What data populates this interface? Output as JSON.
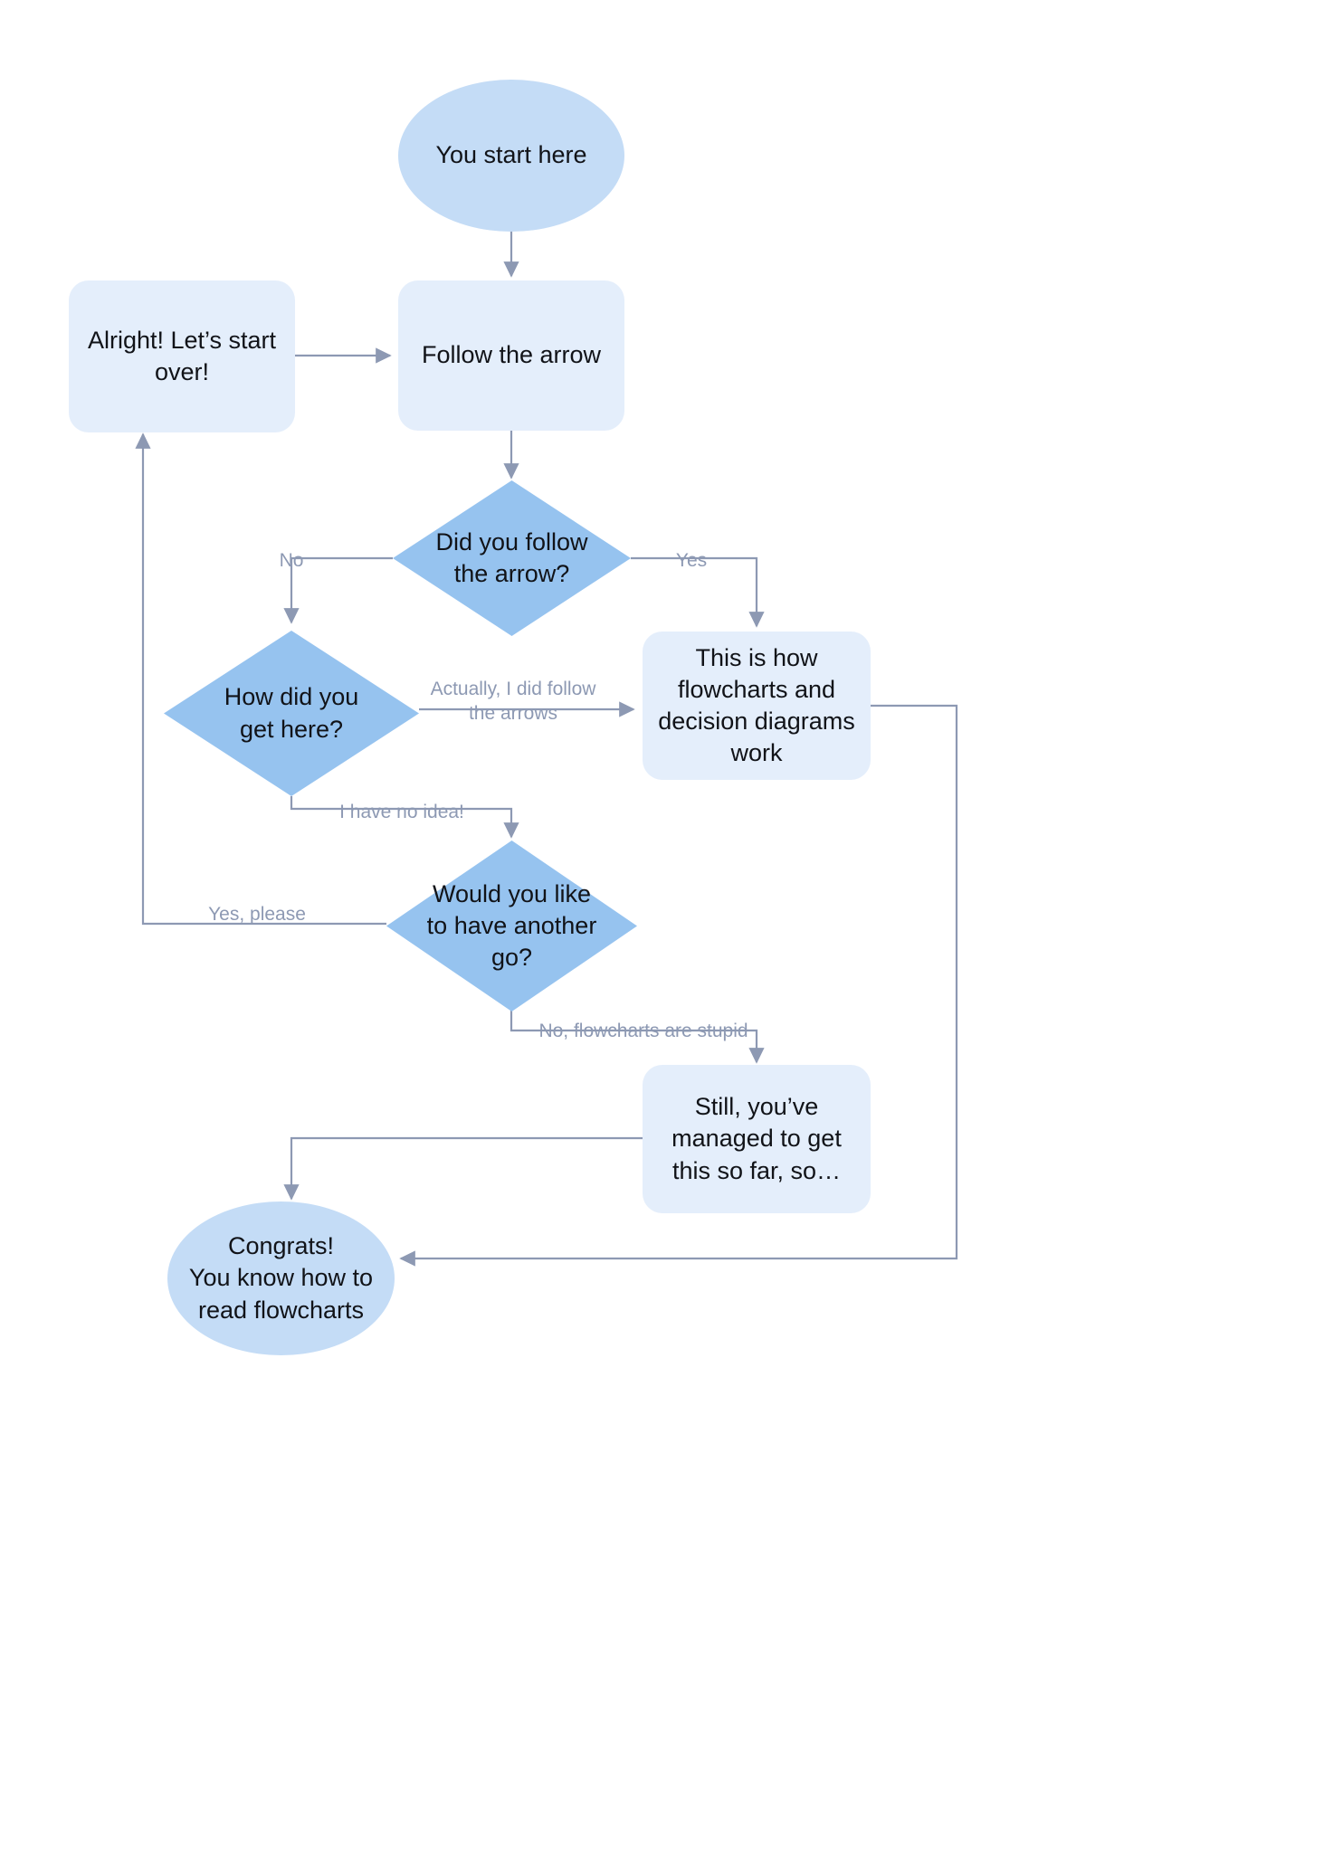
{
  "diagram": {
    "title": "Flowchart: How to read flowcharts",
    "colors": {
      "terminator_fill": "#c4dcf6",
      "process_fill": "#e4eefb",
      "decision_fill": "#96c3ef",
      "edge_stroke": "#8d99b3",
      "edge_label_text": "#8d99b3",
      "node_text": "#111318",
      "background": "#ffffff"
    },
    "nodes": [
      {
        "id": "start",
        "type": "terminator",
        "text": "You start here"
      },
      {
        "id": "restart",
        "type": "process",
        "text": "Alright! Let’s start\nover!"
      },
      {
        "id": "follow",
        "type": "process",
        "text": "Follow the arrow"
      },
      {
        "id": "didfollow",
        "type": "decision",
        "text": "Did you follow\nthe arrow?"
      },
      {
        "id": "howhere",
        "type": "decision",
        "text": "How did you\nget here?"
      },
      {
        "id": "thisishow",
        "type": "process",
        "text": "This is how\nflowcharts and\ndecision diagrams\nwork"
      },
      {
        "id": "anothergo",
        "type": "decision",
        "text": "Would you like\nto have another\ngo?"
      },
      {
        "id": "stillyouve",
        "type": "process",
        "text": "Still, you’ve\nmanaged to get\nthis so far, so…"
      },
      {
        "id": "congrats",
        "type": "terminator",
        "text": "Congrats!\nYou know how to\nread flowcharts"
      }
    ],
    "edges": [
      {
        "id": "e1",
        "from": "start",
        "to": "follow",
        "label": ""
      },
      {
        "id": "e2",
        "from": "restart",
        "to": "follow",
        "label": ""
      },
      {
        "id": "e3",
        "from": "follow",
        "to": "didfollow",
        "label": ""
      },
      {
        "id": "e4",
        "from": "didfollow",
        "to": "howhere",
        "label": "No"
      },
      {
        "id": "e5",
        "from": "didfollow",
        "to": "thisishow",
        "label": "Yes"
      },
      {
        "id": "e6",
        "from": "howhere",
        "to": "thisishow",
        "label": "Actually, I did follow\nthe arrows"
      },
      {
        "id": "e7",
        "from": "howhere",
        "to": "anothergo",
        "label": "I have no idea!"
      },
      {
        "id": "e8",
        "from": "anothergo",
        "to": "restart",
        "label": "Yes, please"
      },
      {
        "id": "e9",
        "from": "anothergo",
        "to": "stillyouve",
        "label": "No, flowcharts are stupid"
      },
      {
        "id": "e10",
        "from": "stillyouve",
        "to": "congrats",
        "label": ""
      },
      {
        "id": "e11",
        "from": "thisishow",
        "to": "congrats",
        "label": ""
      }
    ]
  }
}
